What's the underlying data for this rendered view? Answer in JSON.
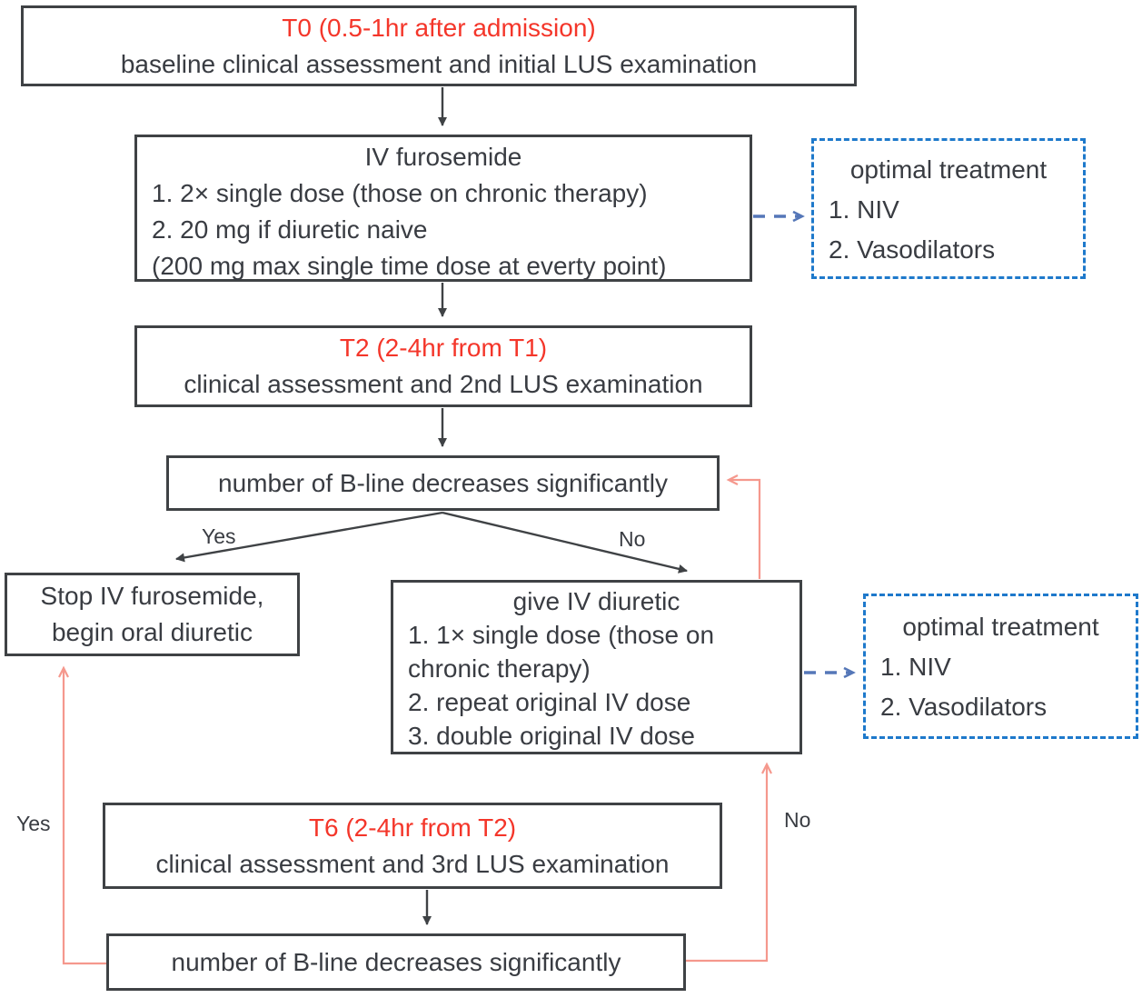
{
  "diagram": {
    "nodes": {
      "t0": {
        "title": "T0 (0.5-1hr after admission)",
        "subtitle": "baseline clinical assessment and initial LUS examination"
      },
      "iv_furosemide": {
        "title": "IV furosemide",
        "lines": [
          "1. 2× single dose (those on chronic therapy)",
          "2. 20 mg if diuretic naive",
          "(200 mg max single time dose at everty point)"
        ]
      },
      "optimal_treatment_1": {
        "title": "optimal treatment",
        "lines": [
          "1. NIV",
          "2. Vasodilators"
        ]
      },
      "t2": {
        "title": "T2 (2-4hr from T1)",
        "subtitle": "clinical assessment and 2nd LUS examination"
      },
      "bline_check_1": {
        "label": "number of B-line decreases significantly"
      },
      "stop_furosemide": {
        "line1": "Stop IV furosemide,",
        "line2": "begin oral diuretic"
      },
      "give_iv_diuretic": {
        "title": "give IV diuretic",
        "lines": [
          "1. 1× single dose (those on",
          "chronic therapy)",
          "2. repeat original IV dose",
          "3. double original IV dose"
        ]
      },
      "optimal_treatment_2": {
        "title": "optimal treatment",
        "lines": [
          "1. NIV",
          "2. Vasodilators"
        ]
      },
      "t6": {
        "title": "T6 (2-4hr from T2)",
        "subtitle": "clinical assessment and 3rd LUS examination"
      },
      "bline_check_2": {
        "label": "number of B-line decreases significantly"
      }
    },
    "edge_labels": {
      "yes_top": "Yes",
      "no_top": "No",
      "yes_bottom": "Yes",
      "no_bottom": "No"
    },
    "colors": {
      "red_text": "#f4362a",
      "body_text": "#393c42",
      "box_border": "#3f4245",
      "dashed_box_blue": "#1e79cb",
      "blue_arrow": "#5577b8",
      "salmon_arrow": "#f5988d",
      "black_arrow": "#3f4245"
    }
  }
}
